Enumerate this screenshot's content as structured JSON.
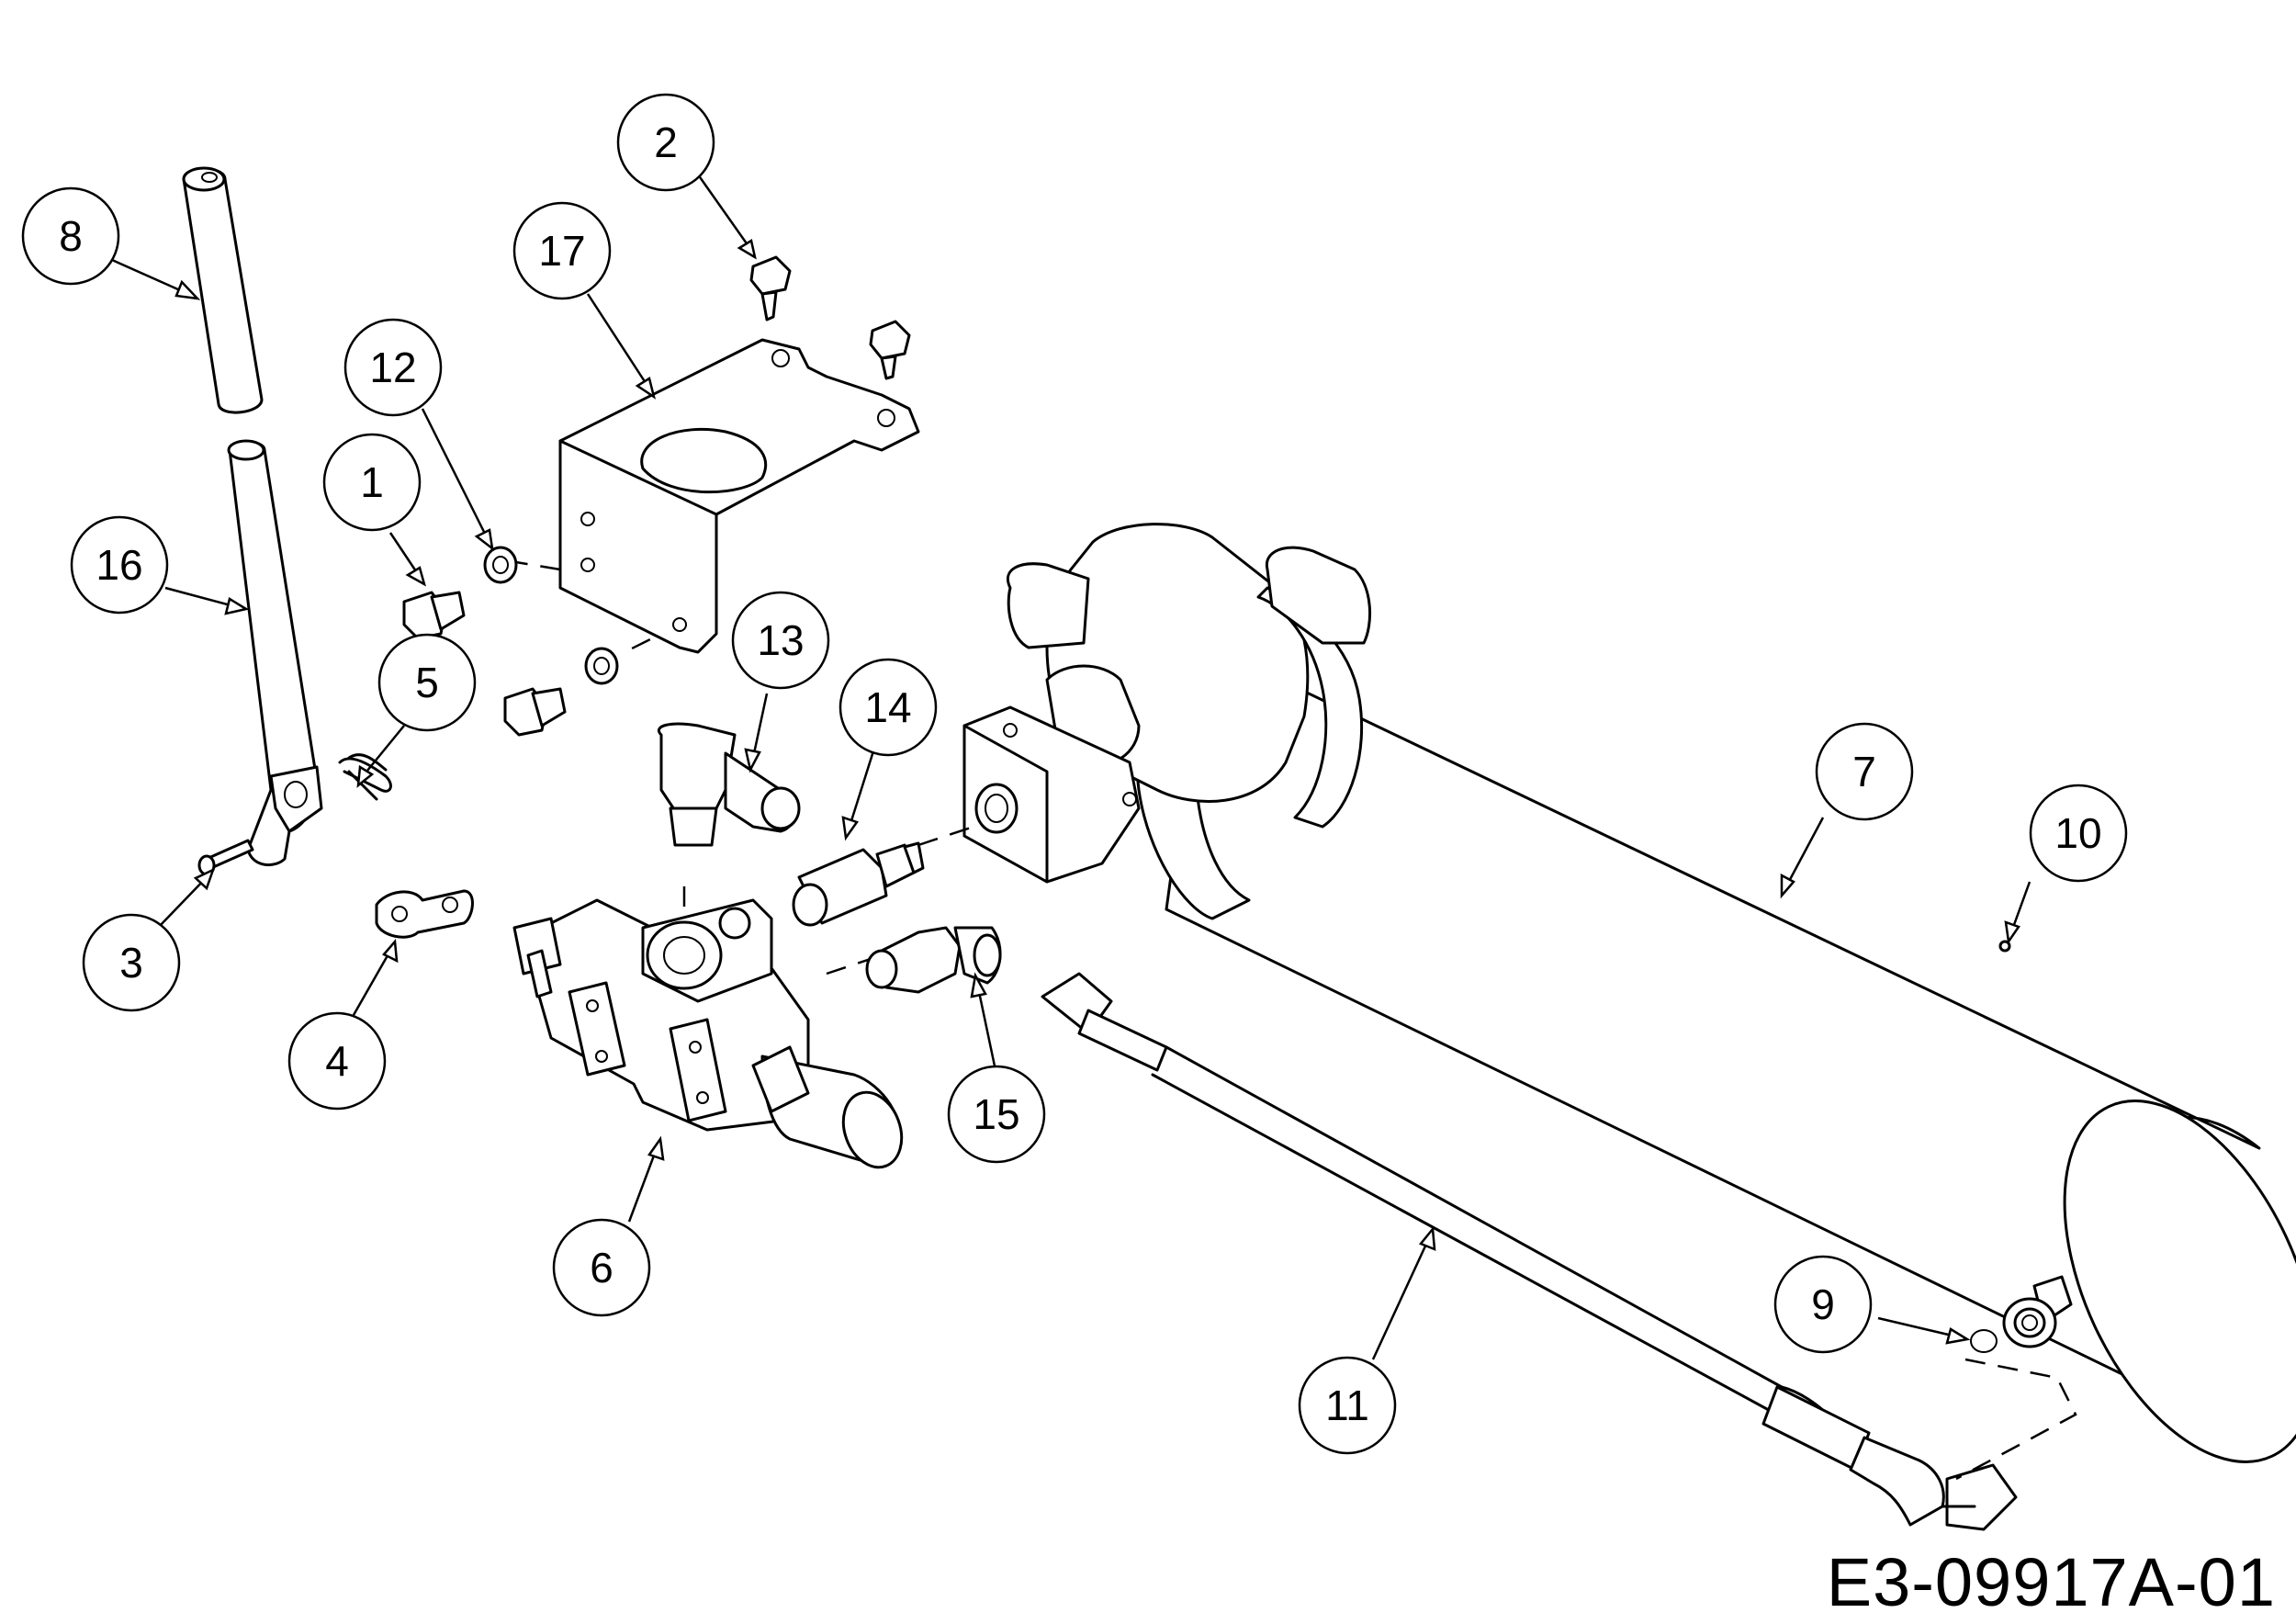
{
  "drawing_code": "E3-09917A-01",
  "callouts": [
    {
      "id": "1",
      "label": "1"
    },
    {
      "id": "2",
      "label": "2"
    },
    {
      "id": "3",
      "label": "3"
    },
    {
      "id": "4",
      "label": "4"
    },
    {
      "id": "5",
      "label": "5"
    },
    {
      "id": "6",
      "label": "6"
    },
    {
      "id": "7",
      "label": "7"
    },
    {
      "id": "8",
      "label": "8"
    },
    {
      "id": "9",
      "label": "9"
    },
    {
      "id": "10",
      "label": "10"
    },
    {
      "id": "11",
      "label": "11"
    },
    {
      "id": "12",
      "label": "12"
    },
    {
      "id": "13",
      "label": "13"
    },
    {
      "id": "14",
      "label": "14"
    },
    {
      "id": "15",
      "label": "15"
    },
    {
      "id": "16",
      "label": "16"
    },
    {
      "id": "17",
      "label": "17"
    }
  ]
}
